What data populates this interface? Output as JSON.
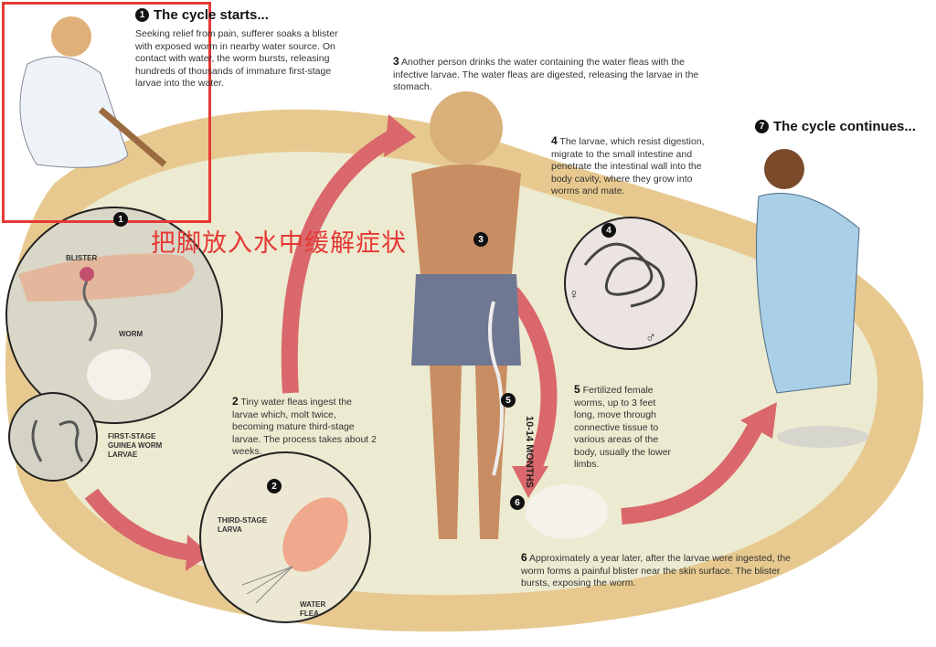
{
  "annotation": {
    "text": "把脚放入水中缓解症状",
    "color": "#e53935"
  },
  "step1": {
    "number": "1",
    "title": "The cycle starts...",
    "text": "Seeking relief from pain, sufferer soaks a blister with exposed worm in nearby water source. On contact with water, the worm bursts, releasing hundreds of thousands of immature first-stage larvae into the water."
  },
  "step2": {
    "number": "2",
    "text": "Tiny water fleas ingest the larvae which, molt twice, becoming mature third-stage larvae. The process takes about 2 weeks."
  },
  "step3": {
    "number": "3",
    "text": "Another person drinks the water containing the water fleas with the infective larvae. The water fleas are digested, releasing the larvae in the stomach."
  },
  "step4": {
    "number": "4",
    "text": "The larvae, which resist digestion, migrate to the small intestine and penetrate the intestinal wall into the body cavity, where they grow into worms and mate."
  },
  "step5": {
    "number": "5",
    "text": "Fertilized female worms, up to 3 feet long, move through connective tissue to various areas of the body, usually the lower limbs."
  },
  "step6": {
    "number": "6",
    "text": "Approximately a year later, after the larvae were ingested, the worm forms a painful blister near the skin surface. The blister bursts, exposing the worm."
  },
  "step7": {
    "number": "7",
    "title": "The cycle continues..."
  },
  "labels": {
    "blister": "BLISTER",
    "worm": "WORM",
    "first_stage": "FIRST-STAGE GUINEA WORM LARVAE",
    "third_stage": "THIRD-STAGE LARVA",
    "water_flea": "WATER FLEA",
    "months": "10-14 MONTHS",
    "female": "♀",
    "male": "♂"
  },
  "colors": {
    "arrow": "#d9676b",
    "sand": "#e7c98f",
    "water": "#ecead0"
  }
}
